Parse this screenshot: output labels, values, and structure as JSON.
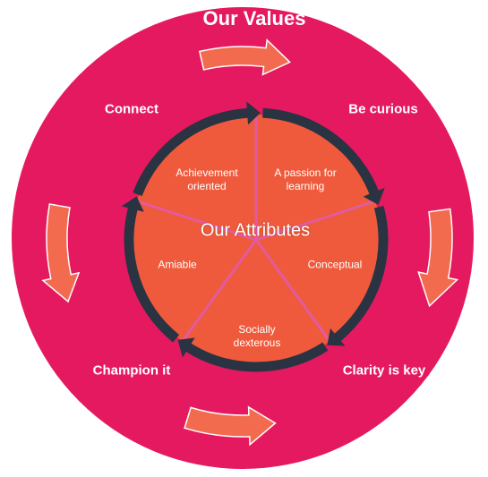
{
  "colors": {
    "outer_circle": "#e5195f",
    "inner_circle": "#ef5a3c",
    "ring": "#2a3342",
    "arrow_fill": "#f36b4f",
    "divider": "#e35a9e",
    "text": "#ffffff"
  },
  "title": "Our Values",
  "center_title": "Our Attributes",
  "values": {
    "connect": "Connect",
    "be_curious": "Be curious",
    "clarity_is_key": "Clarity is key",
    "champion_it": "Champion it"
  },
  "attributes": {
    "achievement": [
      "Achievement",
      "oriented"
    ],
    "passion": [
      "A passion for",
      "learning"
    ],
    "conceptual": [
      "Conceptual"
    ],
    "socially": [
      "Socially",
      "dexterous"
    ],
    "amiable": [
      "Amiable"
    ]
  },
  "icons": [
    "curved-arrow-icon",
    "ring-arrowhead-icon"
  ]
}
